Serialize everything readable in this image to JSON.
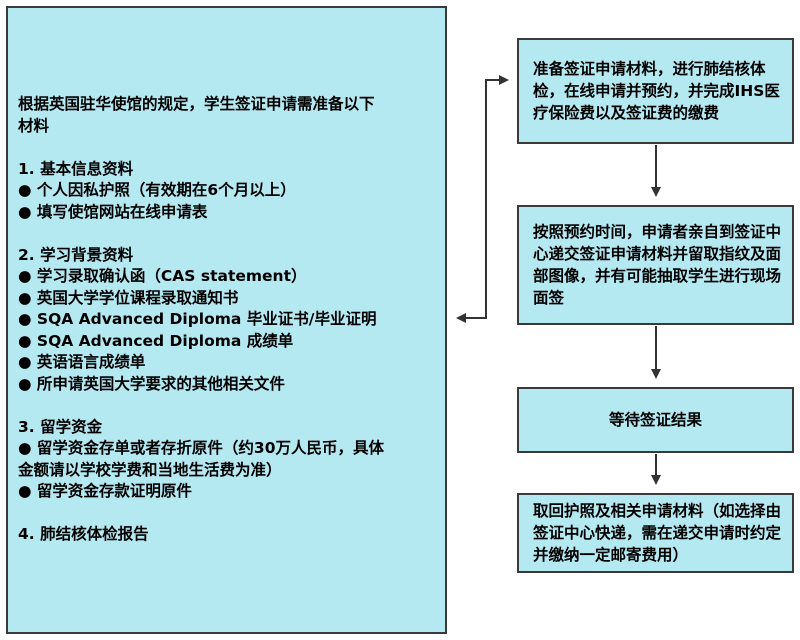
{
  "left_box": {
    "lines": [
      "根据英国驻华使馆的规定，学生签证申请需准备以下",
      "材料",
      "",
      "1. 基本信息资料",
      "● 个人因私护照（有效期在6个月以上）",
      "● 填写使馆网站在线申请表",
      "",
      "2. 学习背景资料",
      "● 学习录取确认函（CAS statement）",
      "● 英国大学学位课程录取通知书",
      "● SQA Advanced Diploma 毕业证书/毕业证明",
      "● SQA Advanced Diploma 成绩单",
      "● 英语语言成绩单",
      "● 所申请英国大学要求的其他相关文件",
      "",
      "3. 留学资金",
      "● 留学资金存单或者存折原件（约30万人民币，具体",
      "金额请以学校学费和当地生活费为准）",
      "● 留学资金存款证明原件",
      "",
      "4. 肺结核体检报告"
    ]
  },
  "steps": [
    "准备签证申请材料，进行肺结核体检，在线申请并预约，并完成IHS医疗保险费以及签证费的缴费",
    "按照预约时间，申请者亲自到签证中心递交签证申请材料并留取指纹及面部图像，并有可能抽取学生进行现场面签",
    "等待签证结果",
    "取回护照及相关申请材料（如选择由签证中心快递，需在递交申请时约定并缴纳一定邮寄费用）"
  ],
  "colors": {
    "box_fill": "#b5e9f2",
    "border": "#3a3a3a",
    "arrow": "#333333"
  }
}
